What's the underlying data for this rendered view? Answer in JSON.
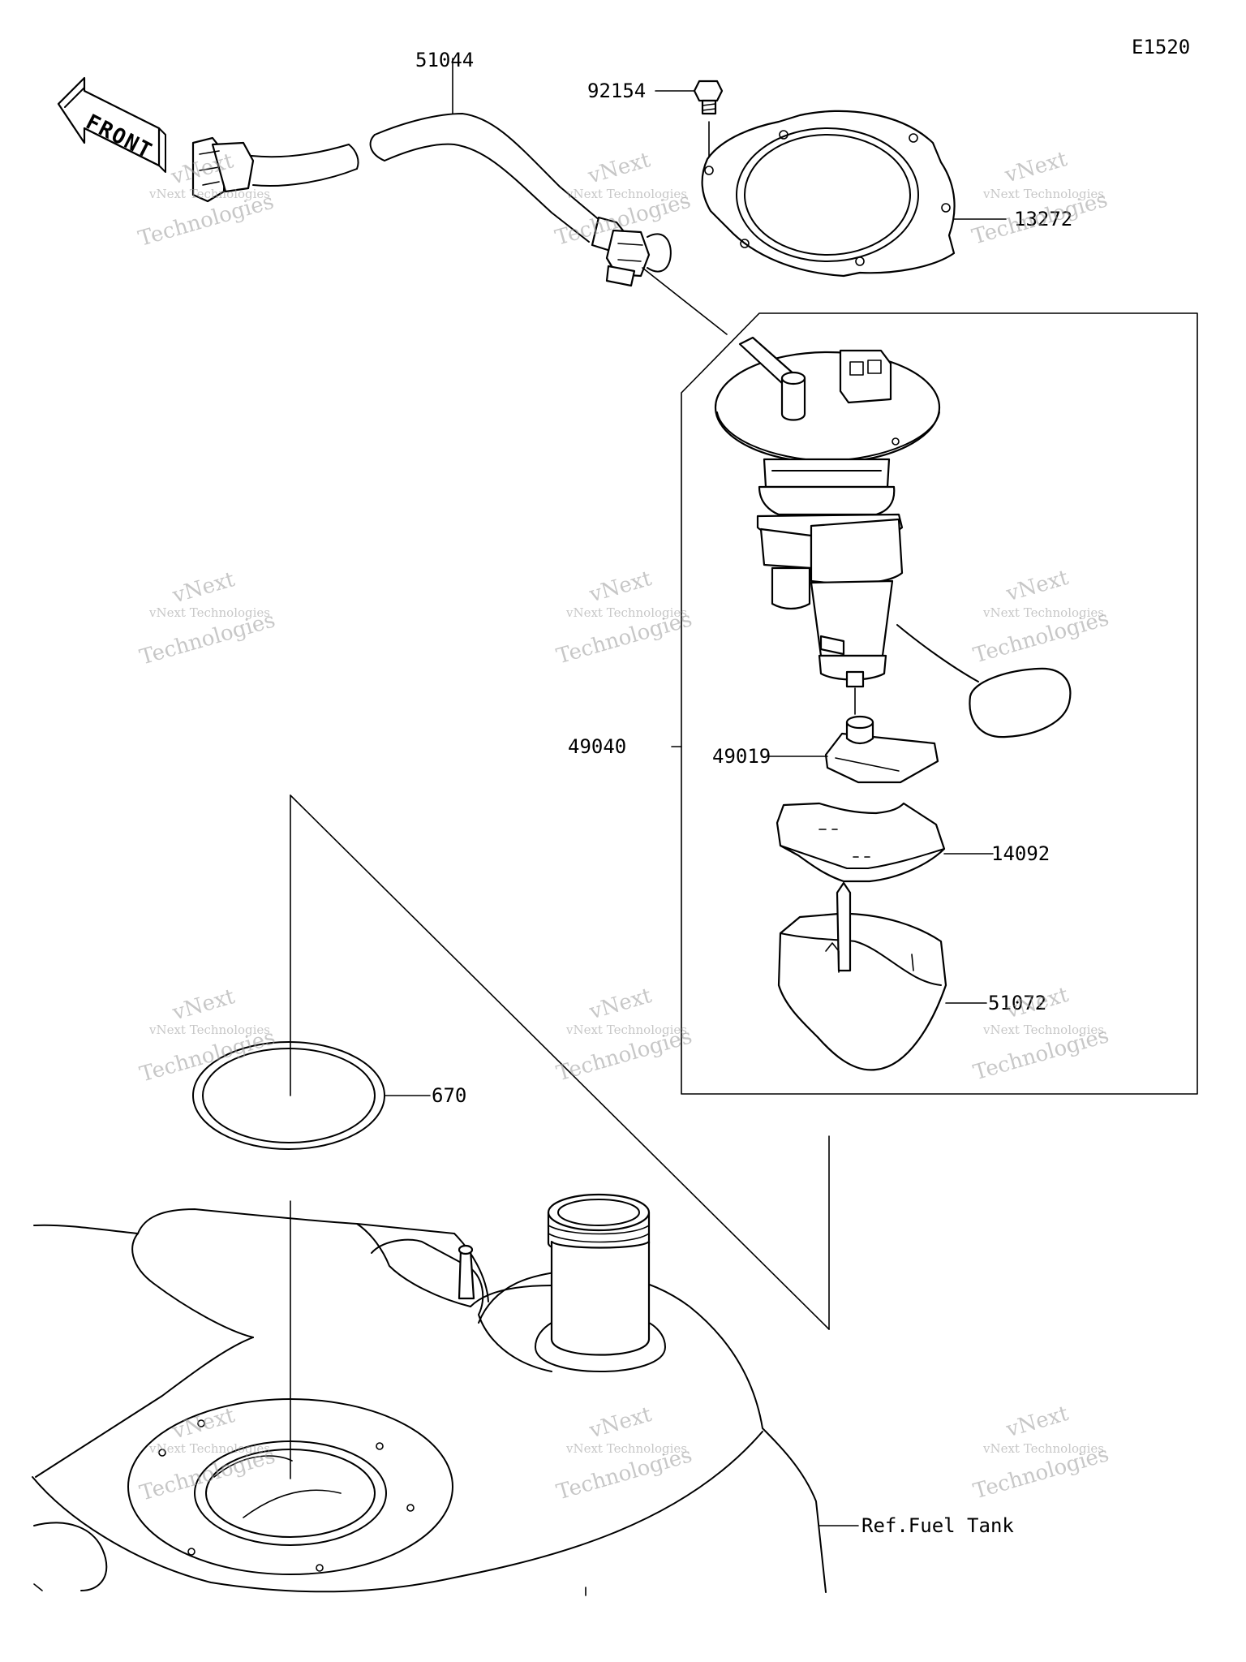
{
  "diagram": {
    "code": "E1520",
    "direction_label": "FRONT",
    "parts": {
      "p51044": "51044",
      "p92154": "92154",
      "p13272": "13272",
      "p49040": "49040",
      "p49019": "49019",
      "p14092": "14092",
      "p51072": "51072",
      "p670": "670",
      "ref_tank": "Ref.Fuel Tank"
    },
    "watermark": {
      "line1": "vNext Technologies",
      "line2": "vNext",
      "line3": "Technologies"
    }
  }
}
